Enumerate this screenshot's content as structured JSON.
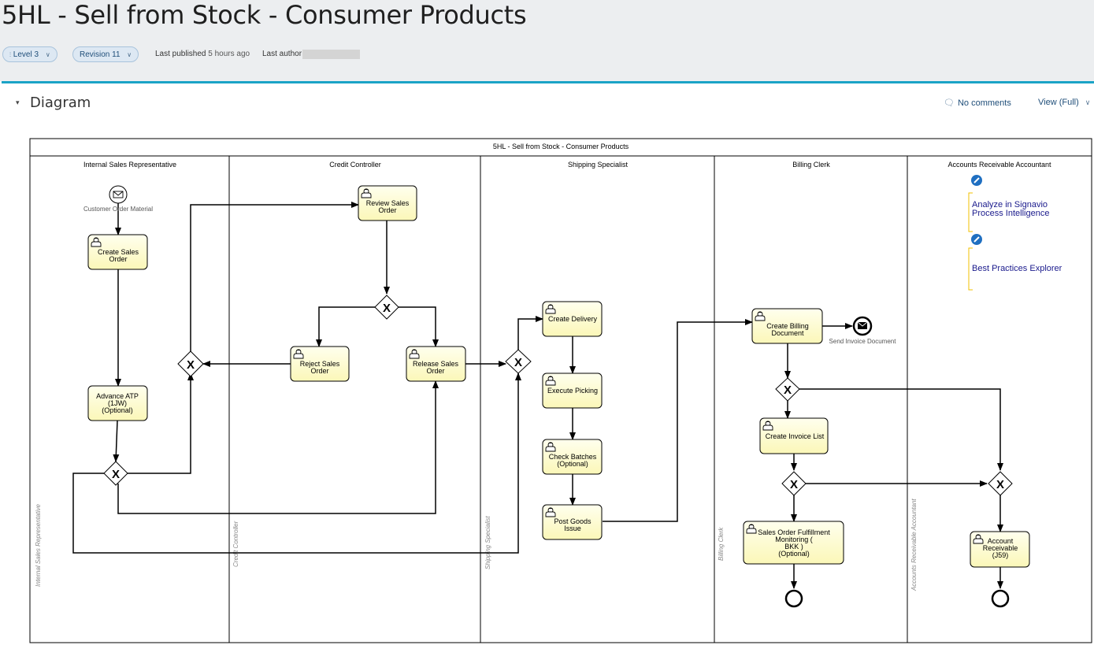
{
  "page": {
    "title": "5HL - Sell from Stock - Consumer Products",
    "level_label": "Level 3",
    "revision_label": "Revision 11",
    "last_published_label": "Last published",
    "last_published_value": "5 hours ago",
    "last_author_label": "Last author"
  },
  "section": {
    "title": "Diagram",
    "comments_label": "No comments",
    "view_label": "View (Full)"
  },
  "diagram": {
    "pool_title": "5HL - Sell from Stock - Consumer Products",
    "lanes": [
      {
        "header": "Internal Sales Representative",
        "side": "Internal Sales Representative"
      },
      {
        "header": "Credit Controller",
        "side": "Credit Controller"
      },
      {
        "header": "Shipping Specialist",
        "side": "Shipping Specialist"
      },
      {
        "header": "Billing Clerk",
        "side": "Billing Clerk"
      },
      {
        "header": "Accounts Receivable Accountant",
        "side": "Accounts Receivable Accountant"
      }
    ],
    "events": {
      "start": "Customer Order Material",
      "message_end": "Send Invoice Document"
    },
    "tasks": {
      "create_sales_order": [
        "Create Sales",
        "Order"
      ],
      "advance_atp": [
        "Advance ATP",
        "(1JW)",
        "(Optional)"
      ],
      "review_sales_order": [
        "Review Sales",
        "Order"
      ],
      "reject_sales_order": [
        "Reject Sales",
        "Order"
      ],
      "release_sales_order": [
        "Release Sales",
        "Order"
      ],
      "create_delivery": [
        "Create Delivery"
      ],
      "execute_picking": [
        "Execute Picking"
      ],
      "check_batches": [
        "Check Batches",
        "(Optional)"
      ],
      "post_goods_issue": [
        "Post Goods",
        "Issue"
      ],
      "create_billing_document": [
        "Create Billing",
        "Document"
      ],
      "create_invoice_list": [
        "Create Invoice List"
      ],
      "sales_order_fulfillment": [
        "Sales Order Fulfillment",
        "Monitoring (",
        "BKK )",
        "(Optional)"
      ],
      "account_receivable": [
        "Account",
        "Receivable",
        "(J59)"
      ]
    },
    "links": [
      [
        "Analyze in Signavio",
        "Process Intelligence"
      ],
      [
        "Best Practices Explorer"
      ]
    ],
    "gateway_symbol": "X"
  },
  "colors": {
    "accent": "#1aa3c6",
    "task_fill": "#ffffcc",
    "link_text": "#1a1a8c",
    "annotation": "#f0c000"
  }
}
